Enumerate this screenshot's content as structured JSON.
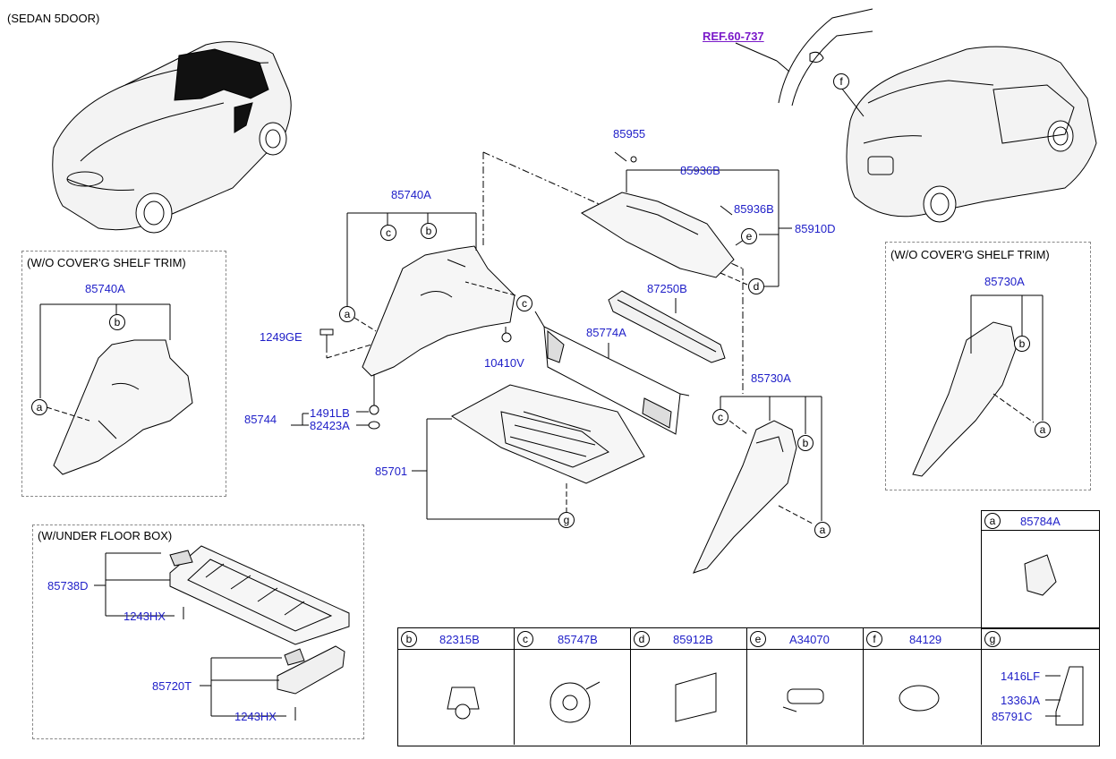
{
  "header": {
    "variant": "(SEDAN 5DOOR)",
    "ref": "REF.60-737"
  },
  "sections": {
    "left_shelf": "(W/O COVER'G SHELF TRIM)",
    "right_shelf": "(W/O COVER'G SHELF TRIM)",
    "floor_box": "(W/UNDER FLOOR BOX)"
  },
  "parts": {
    "p85955": "85955",
    "p85936B_top": "85936B",
    "p85936B_mid": "85936B",
    "p85910D": "85910D",
    "p85740A_main": "85740A",
    "p85740A_left": "85740A",
    "p87250B": "87250B",
    "p85774A": "85774A",
    "p1249GE": "1249GE",
    "p10410V": "10410V",
    "p1491LB": "1491LB",
    "p82423A": "82423A",
    "p85744": "85744",
    "p85701": "85701",
    "p85730A_main": "85730A",
    "p85730A_right": "85730A",
    "p85738D": "85738D",
    "p1243HX_a": "1243HX",
    "p85720T": "85720T",
    "p1243HX_b": "1243HX"
  },
  "letters": {
    "a": "a",
    "b": "b",
    "c": "c",
    "d": "d",
    "e": "e",
    "f": "f",
    "g": "g"
  },
  "legend": {
    "a": {
      "letter": "a",
      "part": "85784A"
    },
    "b": {
      "letter": "b",
      "part": "82315B"
    },
    "c": {
      "letter": "c",
      "part": "85747B"
    },
    "d": {
      "letter": "d",
      "part": "85912B"
    },
    "e": {
      "letter": "e",
      "part": "A34070"
    },
    "f": {
      "letter": "f",
      "part": "84129"
    },
    "g": {
      "letter": "g",
      "parts": [
        "1416LF",
        "1336JA",
        "85791C"
      ]
    }
  },
  "colors": {
    "part_number": "#1e1ec8",
    "reference": "#7a19c9",
    "line": "#000000"
  }
}
